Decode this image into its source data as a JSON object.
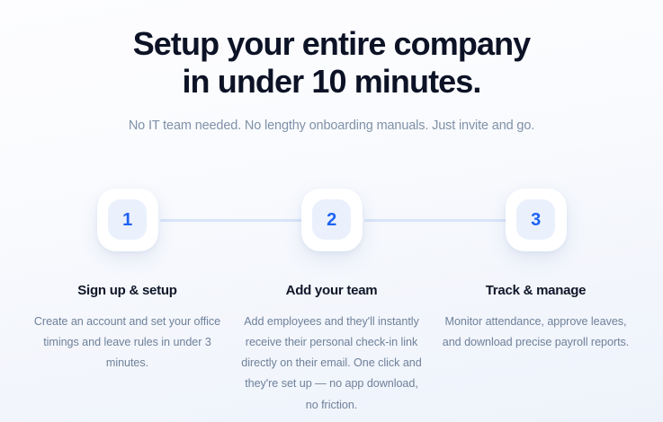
{
  "hero": {
    "headline_line1": "Setup your entire company",
    "headline_line2": "in under 10 minutes.",
    "subheadline": "No IT team needed. No lengthy onboarding manuals. Just invite and go."
  },
  "steps": [
    {
      "number": "1",
      "title": "Sign up & setup",
      "description": "Create an account and set your office timings and leave rules in under 3 minutes."
    },
    {
      "number": "2",
      "title": "Add your team",
      "description": "Add employees and they'll instantly receive their personal check-in link directly on their email. One click and they're set up — no app download, no friction."
    },
    {
      "number": "3",
      "title": "Track & manage",
      "description": "Monitor attendance, approve leaves, and download precise payroll reports."
    }
  ],
  "colors": {
    "headline": "#0d1326",
    "subheadline": "#7f91a8",
    "accent_blue": "#1f62f2",
    "badge_inner": "#eaf1fc",
    "connector": "#d8e5f9",
    "body_text": "#6f819a",
    "background_top": "#fdfdff",
    "background_bottom": "#eef3fb"
  }
}
